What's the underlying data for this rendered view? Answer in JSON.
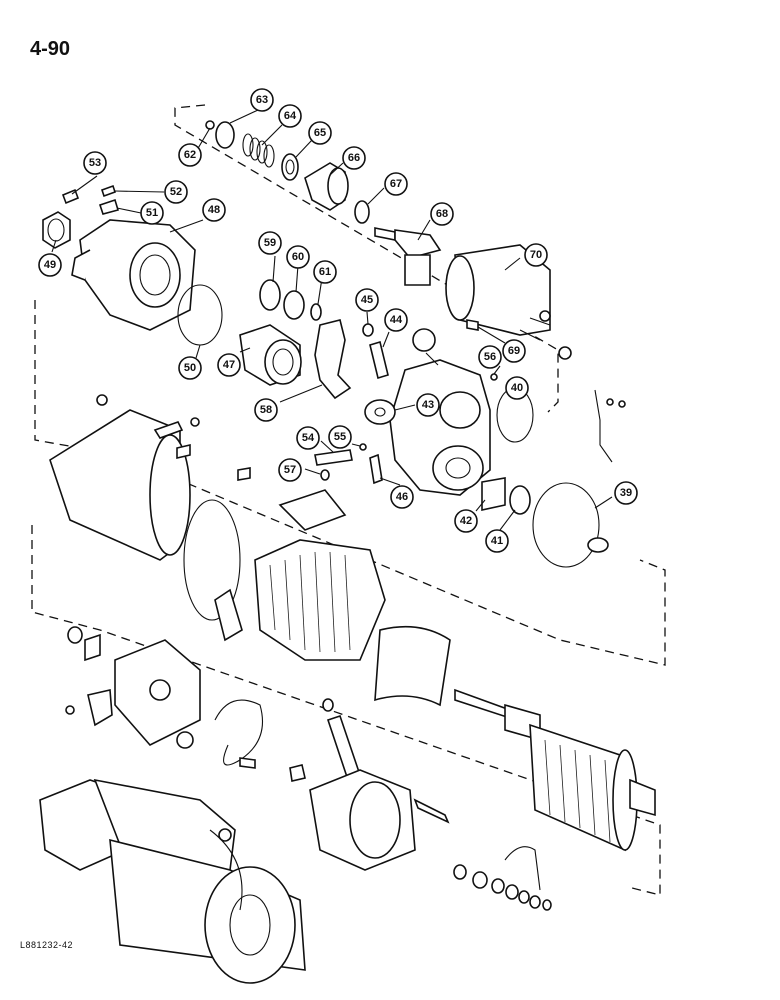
{
  "page_number": "4-90",
  "figure_id": "L881232-42",
  "callouts": {
    "39": "39",
    "40": "40",
    "41": "41",
    "42": "42",
    "43": "43",
    "44": "44",
    "45": "45",
    "46": "46",
    "47": "47",
    "48": "48",
    "49": "49",
    "50": "50",
    "51": "51",
    "52": "52",
    "53": "53",
    "54": "54",
    "55": "55",
    "56": "56",
    "57": "57",
    "58": "58",
    "59": "59",
    "60": "60",
    "61": "61",
    "62": "62",
    "63": "63",
    "64": "64",
    "65": "65",
    "66": "66",
    "67": "67",
    "68": "68",
    "69": "69",
    "70": "70"
  }
}
